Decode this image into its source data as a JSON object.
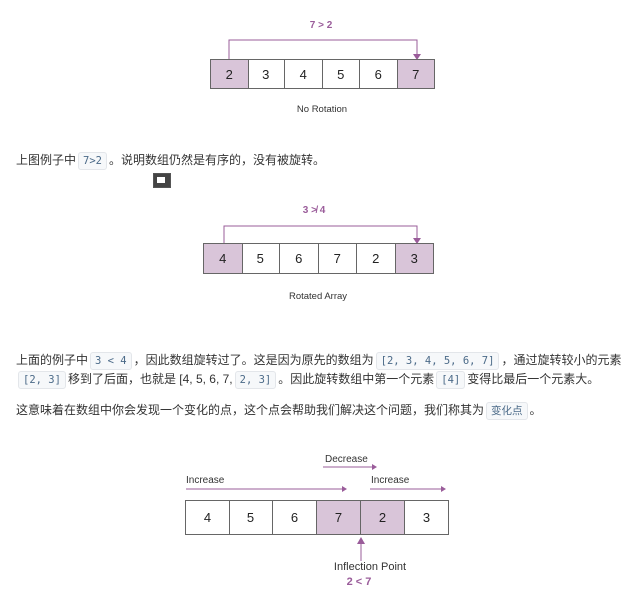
{
  "diagram1": {
    "compare": "7 > 2",
    "cells": [
      "2",
      "3",
      "4",
      "5",
      "6",
      "7"
    ],
    "highlight": [
      0,
      5
    ],
    "caption": "No Rotation"
  },
  "para1": {
    "before": "上图例子中",
    "code": "7>2",
    "after": "。说明数组仍然是有序的，没有被旋转。"
  },
  "diagram2": {
    "compare": "3 ≯ 4",
    "cells": [
      "4",
      "5",
      "6",
      "7",
      "2",
      "3"
    ],
    "highlight": [
      0,
      5
    ],
    "caption": "Rotated Array"
  },
  "para2": {
    "l1_a": "上面的例子中",
    "l1_code1": "3 < 4",
    "l1_b": "，因此数组旋转过了。这是因为原先的数组为",
    "l1_code2": "[2, 3, 4, 5, 6, 7]",
    "l1_c": "，通过旋转较小的元素",
    "l2_code1": "[2, 3]",
    "l2_a": "移到了后面，也就是 [4, 5, 6, 7,",
    "l2_code2": "2, 3]",
    "l2_b": "。因此旋转数组中第一个元素",
    "l2_code3": "[4]",
    "l2_c": "变得比最后一个元素大。"
  },
  "para3": {
    "before": "这意味着在数组中你会发现一个变化的点，这个点会帮助我们解决这个问题，我们称其为",
    "code": "变化点",
    "after": "。"
  },
  "diagram3": {
    "decrease": "Decrease",
    "increase_left": "Increase",
    "increase_right": "Increase",
    "cells": [
      "4",
      "5",
      "6",
      "7",
      "2",
      "3"
    ],
    "highlight": [
      3,
      4
    ],
    "inflection_label": "Inflection Point",
    "inflection_compare": "2 < 7"
  },
  "colors": {
    "accent": "#9a5c9a",
    "highlight_fill": "#d9c5d9"
  }
}
